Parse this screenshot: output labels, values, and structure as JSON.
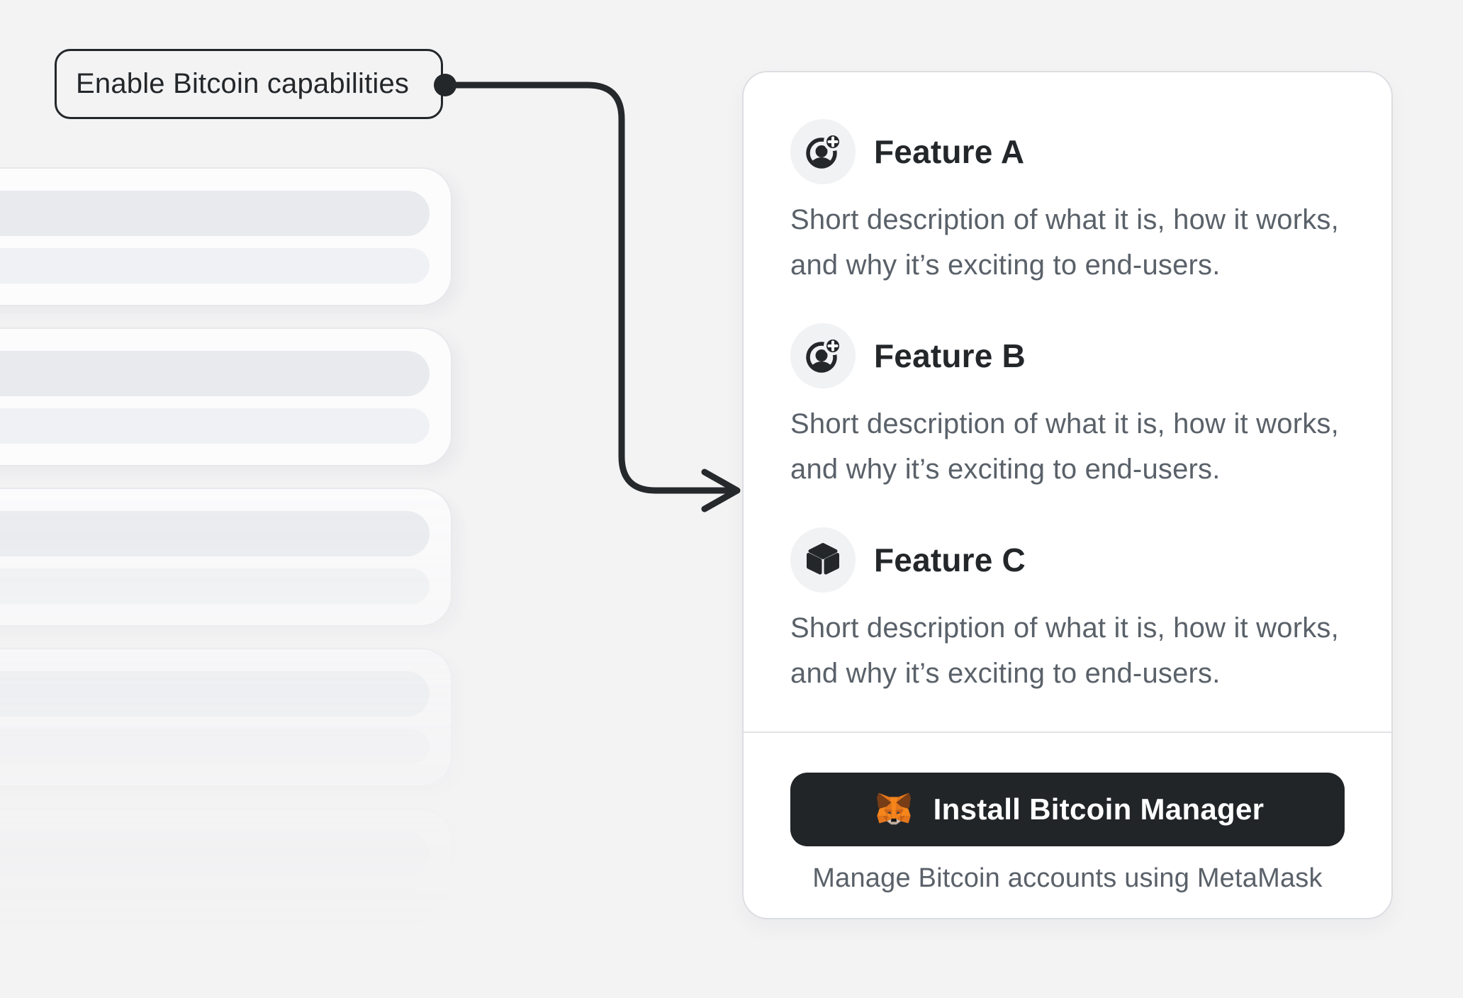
{
  "page": {
    "background_color": "#f3f3f4",
    "accent_dark_color": "#24272a",
    "muted_text_color": "#5a6169",
    "card_background_color": "#ffffff"
  },
  "callout": {
    "label": "Enable Bitcoin capabilities"
  },
  "skeleton": {
    "card_count": 5,
    "bars_per_card": 2,
    "bar_colors": [
      "#e8eaee",
      "#f0f1f4"
    ]
  },
  "features": [
    {
      "title": "Feature A",
      "icon": "account-add-icon",
      "description": "Short description of what it is, how it works, and why it’s exciting to end-users."
    },
    {
      "title": "Feature B",
      "icon": "account-add-icon",
      "description": "Short description of what it is, how it works, and why it’s exciting to end-users."
    },
    {
      "title": "Feature C",
      "icon": "cube-icon",
      "description": "Short description of what it is, how it works, and why it’s exciting to end-users."
    }
  ],
  "footer": {
    "install_button_label": "Install Bitcoin Manager",
    "install_button_icon": "metamask-fox-icon",
    "button_color": "#222528",
    "caption": "Manage Bitcoin accounts using MetaMask"
  }
}
